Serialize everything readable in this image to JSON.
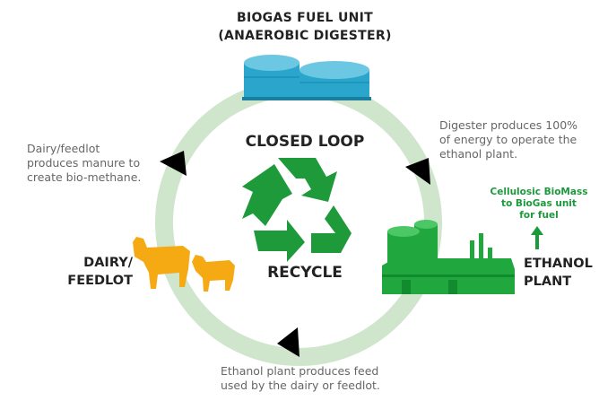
{
  "top_unit": {
    "line1": "BIOGAS FUEL UNIT",
    "line2": "(ANAEROBIC DIGESTER)"
  },
  "center": {
    "top": "CLOSED LOOP",
    "bottom": "RECYCLE"
  },
  "notes": {
    "left": [
      "Dairy/feedlot",
      "produces manure to",
      "create bio-methane."
    ],
    "right": [
      "Digester produces 100%",
      "of energy to operate the",
      "ethanol plant."
    ],
    "bottom": [
      "Ethanol plant produces feed",
      "used by the dairy or feedlot."
    ]
  },
  "dairy": {
    "line1": "DAIRY/",
    "line2": "FEEDLOT"
  },
  "ethanol": {
    "line1": "ETHANOL",
    "line2": "PLANT"
  },
  "biomass": [
    "Cellulosic BioMass",
    "to BioGas unit",
    "for fuel"
  ],
  "colors": {
    "ring": "#cfe6cd",
    "arrow_black": "#000000",
    "recycle_green": "#1f9a3a",
    "plant_green": "#20a83e",
    "tank_blue": "#2aa6cc",
    "cow_gold": "#f5aa14",
    "biomass_green": "#1b9a3b"
  },
  "icons": [
    "biogas-tank-icon",
    "recycle-icon",
    "cow-icon",
    "ethanol-plant-icon",
    "up-arrow-icon",
    "triangle-arrow-icon"
  ]
}
